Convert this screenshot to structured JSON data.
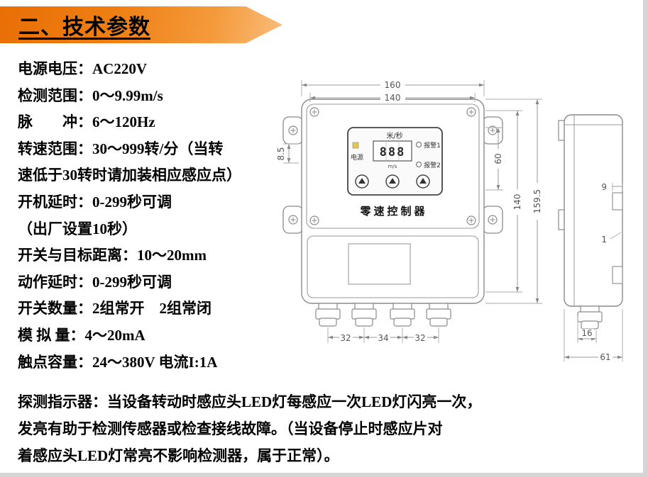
{
  "page": {
    "title": "二、技术参数"
  },
  "specs": [
    "电源电压：AC220V",
    "检测范围：0～9.99m/s",
    "脉　　冲：6～120Hz",
    "转速范围：30～999转/分（当转",
    "速低于30转时请加装相应感应点）",
    "开机延时：0-299秒可调",
    "（出厂设置10秒）",
    "开关与目标距离：10～20mm",
    "动作延时：0-299秒可调",
    "开关数量：2组常开　2组常闭",
    "模 拟 量：4～20mA",
    "触点容量：24～380V 电流I:1A"
  ],
  "notes": [
    "探测指示器：当设备转动时感应头LED灯每感应一次LED灯闪亮一次，",
    "发亮有助于检测传感器或检查接线故障。（当设备停止时感应片对",
    "着感应头LED灯常亮不影响检测器，属于正常）。"
  ],
  "device": {
    "unit_label": "米/秒",
    "power_label": "电源",
    "display_value": "888",
    "display_unit": "m/s",
    "alarm1_label": "报警1",
    "alarm2_label": "报警2",
    "name_label": "零速控制器"
  },
  "dimensions": {
    "top_width": "160",
    "hole_width": "140",
    "tab_offset": "8.5",
    "panel_height": "60",
    "hole_height": "140",
    "total_height": "159.5",
    "lid_depth": "9",
    "step": "1",
    "gland_span_left": "32",
    "gland_span_mid": "34",
    "gland_span_right": "32",
    "gland_offset": "16",
    "body_depth": "61"
  },
  "colors": {
    "banner_orange": "#ef7f12",
    "drawing_line": "#8a8a8a",
    "led_yellow": "#e8c84a"
  }
}
